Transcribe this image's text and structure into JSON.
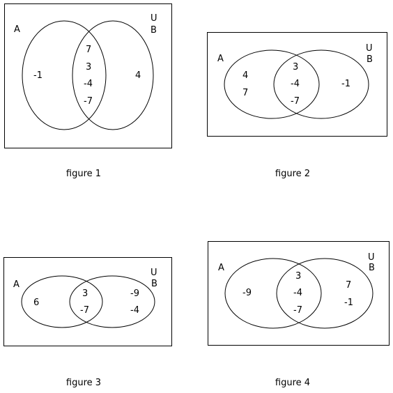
{
  "figures": [
    {
      "caption": "figure 1",
      "set_a_label": "A",
      "set_b_label": "B",
      "universe_label": "U",
      "a_only": [
        "-1"
      ],
      "intersection": [
        "7",
        "3",
        "-4",
        "-7"
      ],
      "b_only": [
        "4"
      ]
    },
    {
      "caption": "figure 2",
      "set_a_label": "A",
      "set_b_label": "B",
      "universe_label": "U",
      "a_only": [
        "4",
        "7"
      ],
      "intersection": [
        "3",
        "-4",
        "-7"
      ],
      "b_only": [
        "-1"
      ]
    },
    {
      "caption": "figure 3",
      "set_a_label": "A",
      "set_b_label": "B",
      "universe_label": "U",
      "a_only": [
        "6"
      ],
      "intersection": [
        "3",
        "-7"
      ],
      "b_only": [
        "-9",
        "-4"
      ]
    },
    {
      "caption": "figure 4",
      "set_a_label": "A",
      "set_b_label": "B",
      "universe_label": "U",
      "a_only": [
        "-9"
      ],
      "intersection": [
        "3",
        "-4",
        "-7"
      ],
      "b_only": [
        "7",
        "-1"
      ]
    }
  ]
}
